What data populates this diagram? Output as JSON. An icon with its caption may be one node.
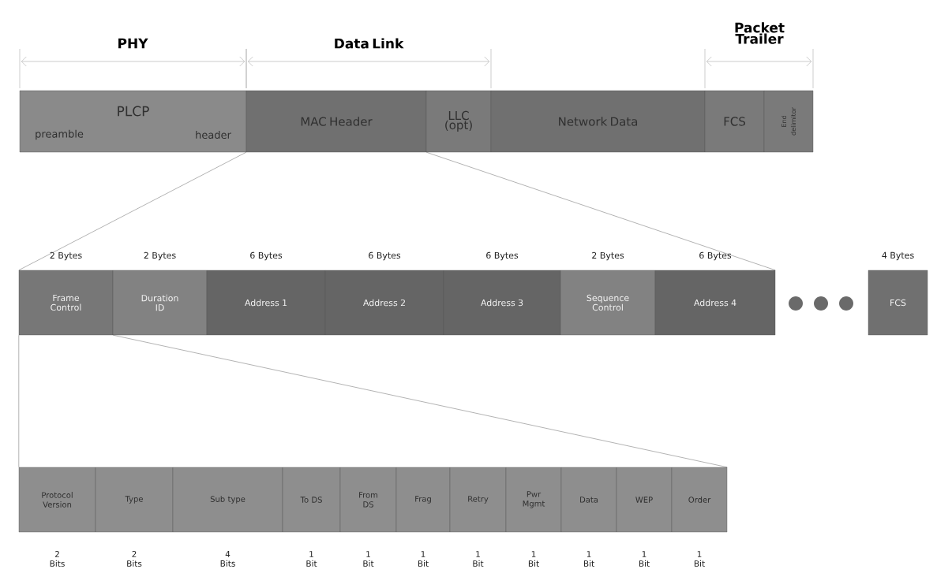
{
  "diagram": {
    "nodes": [
      {
        "text": [
          "PLCP",
          "preamble",
          "header"
        ]
      },
      {
        "text": [
          "MAC Header"
        ]
      },
      {
        "text": [
          "LLC (opt)"
        ]
      },
      {
        "text": [
          "Network Data"
        ]
      },
      {
        "text": [
          "FCS"
        ]
      },
      {
        "text": [
          "End delimitor"
        ]
      },
      {
        "text": [
          "Frame Control"
        ],
        "beside": [
          "2 Bytes"
        ]
      },
      {
        "text": [
          "Duration ID"
        ],
        "beside": [
          "2 Bytes"
        ]
      },
      {
        "text": [
          "Address 1"
        ],
        "beside": [
          "6 Bytes"
        ]
      },
      {
        "text": [
          "Address 2"
        ],
        "beside": [
          "6 Bytes"
        ]
      },
      {
        "text": [
          "Address 3"
        ],
        "beside": [
          "6 Bytes"
        ]
      },
      {
        "text": [
          "Sequence Control"
        ],
        "beside": [
          "2 Bytes"
        ]
      },
      {
        "text": [
          "Address 4"
        ],
        "beside": [
          "6 Bytes"
        ]
      },
      {
        "text": [
          "FCS"
        ],
        "beside": [
          "4 Bytes"
        ]
      },
      {
        "text": [
          "Protocol Version"
        ],
        "beside": [
          "2 Bits"
        ]
      },
      {
        "text": [
          "Type"
        ],
        "beside": [
          "2 Bits"
        ]
      },
      {
        "text": [
          "Sub type"
        ],
        "beside": [
          "4 Bits"
        ]
      },
      {
        "text": [
          "To DS"
        ],
        "beside": [
          "1 Bit"
        ]
      },
      {
        "text": [
          "From DS"
        ],
        "beside": [
          "1 Bit"
        ]
      },
      {
        "text": [
          "Frag"
        ],
        "beside": [
          "1 Bit"
        ]
      },
      {
        "text": [
          "Retry"
        ],
        "beside": [
          "1 Bit"
        ]
      },
      {
        "text": [
          "Pwr Mgmt"
        ],
        "beside": [
          "1 Bit"
        ]
      },
      {
        "text": [
          "Data"
        ],
        "beside": [
          "1 Bit"
        ]
      },
      {
        "text": [
          "WEP"
        ],
        "beside": [
          "1 Bit"
        ]
      },
      {
        "text": [
          "Order"
        ],
        "beside": [
          "1 Bit"
        ]
      }
    ],
    "edges": [
      {
        "from": 1,
        "to": 6,
        "arrow": "none"
      },
      {
        "from": 1,
        "to": 12,
        "arrow": "none"
      },
      {
        "from": 6,
        "to": 14,
        "arrow": "none"
      },
      {
        "from": 6,
        "to": 24,
        "arrow": "none"
      }
    ],
    "labels": [
      "PHY",
      "Data Link",
      "Packet Trailer"
    ]
  }
}
